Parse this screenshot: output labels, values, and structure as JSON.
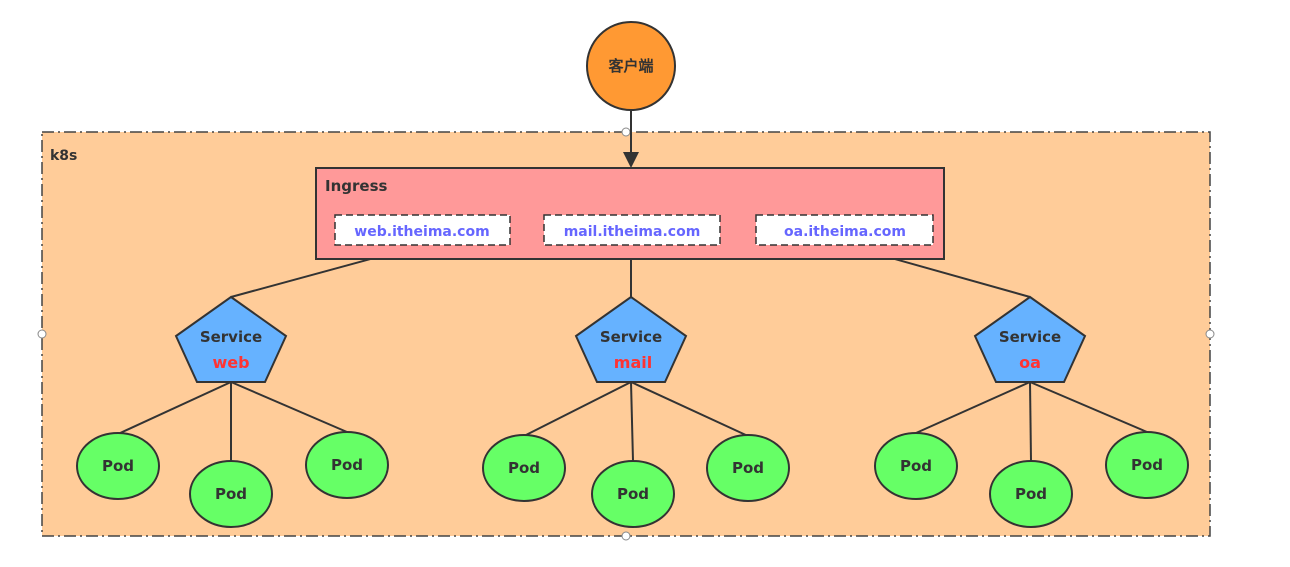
{
  "client": {
    "label": "客户端",
    "color": "#ff9933"
  },
  "cluster": {
    "label": "k8s",
    "fill": "#ffcc99"
  },
  "ingress": {
    "label": "Ingress",
    "fill": "#ff9999",
    "hosts": [
      "web.itheima.com",
      "mail.itheima.com",
      "oa.itheima.com"
    ],
    "host_text_color": "#6666ff"
  },
  "services": [
    {
      "title": "Service",
      "name": "web"
    },
    {
      "title": "Service",
      "name": "mail"
    },
    {
      "title": "Service",
      "name": "oa"
    }
  ],
  "service_fill": "#66b2ff",
  "service_name_color": "#ff3333",
  "pod_label": "Pod",
  "pod_fill": "#66ff66"
}
